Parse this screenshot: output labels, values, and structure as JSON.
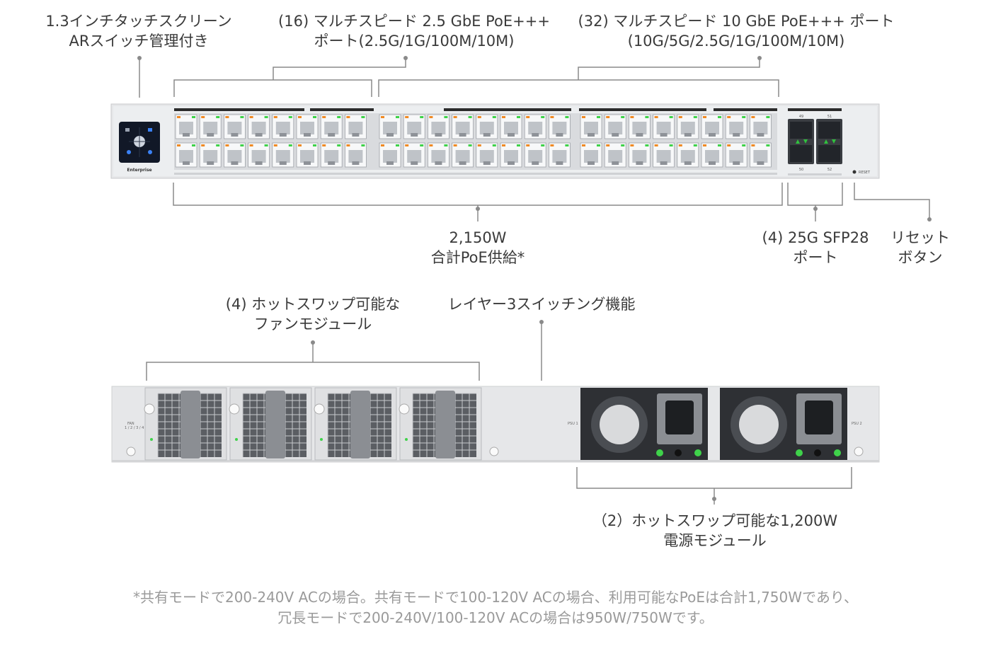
{
  "labels": {
    "touchscreen": [
      "1.3インチタッチスクリーン",
      "ARスイッチ管理付き"
    ],
    "ports_25g": [
      "(16) マルチスピード 2.5 GbE PoE+++",
      "ポート(2.5G/1G/100M/10M)"
    ],
    "ports_10g": [
      "(32) マルチスピード 10 GbE PoE+++ ポート",
      "(10G/5G/2.5G/1G/100M/10M)"
    ],
    "poe_total": [
      "2,150W",
      "合計PoE供給*"
    ],
    "sfp28": [
      "(4) 25G SFP28",
      "ポート"
    ],
    "reset": [
      "リセット",
      "ボタン"
    ],
    "fans": [
      "(4) ホットスワップ可能な",
      "ファンモジュール"
    ],
    "layer3": [
      "レイヤー3スイッチング機能"
    ],
    "psu": [
      "（2）ホットスワップ可能な1,200W",
      "電源モジュール"
    ]
  },
  "footnote": [
    "*共有モードで200-240V ACの場合。共有モードで100-120V ACの場合、利用可能なPoEは合計1,750Wであり、",
    "冗長モードで200-240V/100-120V ACの場合は950W/750Wです。"
  ],
  "device_text": {
    "brand": "Enterprise",
    "sfp_top": [
      "49",
      "51"
    ],
    "sfp_bottom": [
      "50",
      "52"
    ],
    "reset": "RESET",
    "fan_label": [
      "FAN",
      "1 / 2 / 3 / 4"
    ],
    "psu1": "PSU 1",
    "psu2": "PSU 2"
  },
  "colors": {
    "chassis": "#e6e7e9",
    "leader": "#8a8a8a",
    "led_green": "#3fd24a",
    "led_orange": "#f08a24",
    "sfp_led": "#2fc23d",
    "screen": "#111827"
  }
}
